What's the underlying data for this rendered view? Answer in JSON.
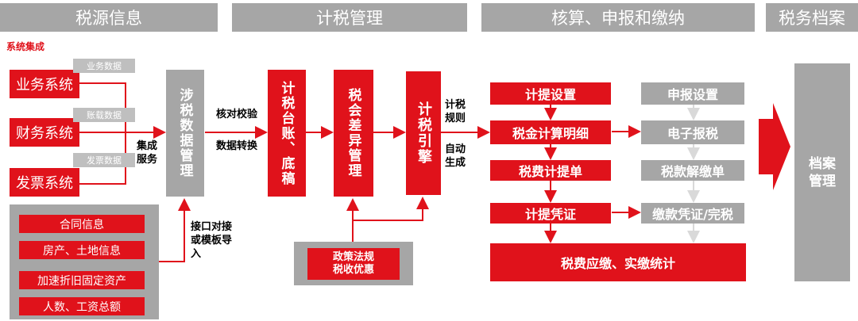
{
  "headers": {
    "source": "税源信息",
    "tax_mgmt": "计税管理",
    "accounting": "核算、申报和缴纳",
    "archive": "税务档案"
  },
  "integration_label": "系统集成",
  "systems": {
    "business": "业务系统",
    "finance": "财务系统",
    "invoice": "发票系统"
  },
  "data_tags": {
    "business": "业务数据",
    "ledger": "账载数据",
    "invoice": "发票数据"
  },
  "integration_service": "集成服务",
  "other_info": [
    "合同信息",
    "房产、土地信息",
    "加速折旧固定资产",
    "人数、工资总额"
  ],
  "interface_label": "接口对接或模板导入",
  "tax_data_mgmt": "涉税数据管理",
  "verify_label": "核对校验",
  "convert_label": "数据转换",
  "ledger_box": "计税台账、底稿",
  "diff_box": "税会差异管理",
  "engine_box": "计税引擎",
  "rules_label": "计税规则",
  "auto_label": "自动生成",
  "policy_box": "政策法规税收优惠",
  "red_steps": {
    "accrual_setting": "计提设置",
    "tax_calc_detail": "税金计算明细",
    "fee_accrual": "税费计提单",
    "accrual_voucher": "计提凭证",
    "stats": "税费应缴、实缴统计"
  },
  "gray_steps": {
    "declare_setting": "申报设置",
    "e_tax": "电子报税",
    "payment_order": "税款解缴单",
    "payment_voucher": "缴款凭证/完税"
  },
  "archive_box": "档案管理",
  "colors": {
    "red": "#e0121b",
    "gray": "#a6a6a6",
    "light_gray": "#bfbfbf"
  }
}
